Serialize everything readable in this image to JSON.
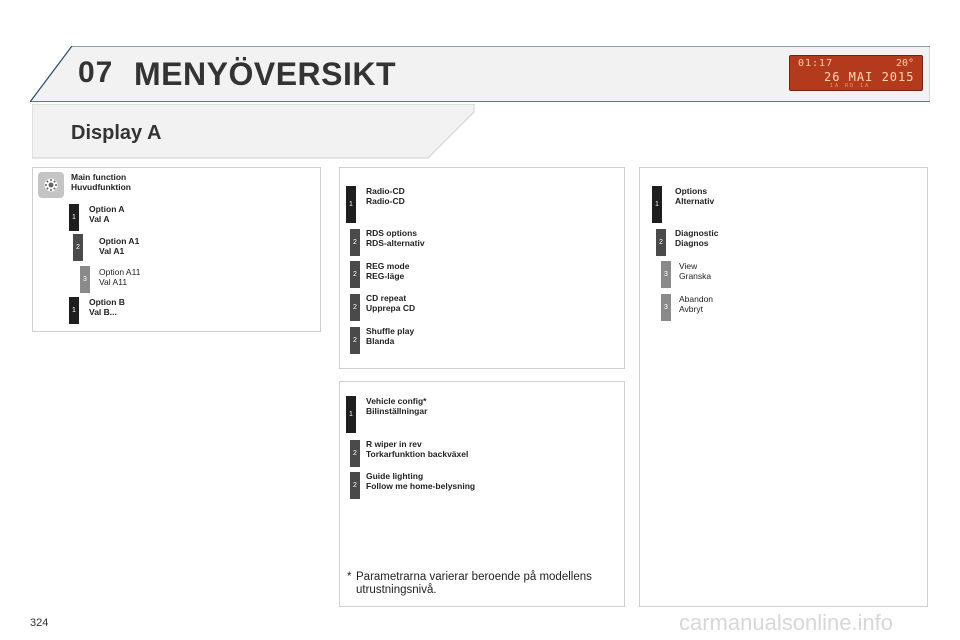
{
  "header": {
    "chapter_number": "07",
    "chapter_title": "MENYÖVERSIKT",
    "display_time": "01:17",
    "display_temp": "20°",
    "display_date": "26 MAI 2015",
    "display_small": "1A  RD 1A"
  },
  "section": {
    "title": "Display A"
  },
  "legend": {
    "main_function": [
      "Main function",
      "Huvudfunktion"
    ],
    "option_a": [
      "Option A",
      "Val A"
    ],
    "option_a1": [
      "Option A1",
      "Val A1"
    ],
    "option_a11": [
      "Option A11",
      "Val A11"
    ],
    "option_b": [
      "Option B",
      "Val B..."
    ]
  },
  "radio": {
    "main": [
      "Radio-CD",
      "Radio-CD"
    ],
    "rds": [
      "RDS options",
      "RDS-alternativ"
    ],
    "reg": [
      "REG mode",
      "REG-läge"
    ],
    "repeat": [
      "CD repeat",
      "Upprepa CD"
    ],
    "shuffle": [
      "Shuffle play",
      "Blanda"
    ]
  },
  "vehicle": {
    "main": [
      "Vehicle config*",
      "Bilinställningar"
    ],
    "wiper": [
      "R wiper in rev",
      "Torkarfunktion backväxel"
    ],
    "guide": [
      "Guide lighting",
      "Follow me home-belysning"
    ]
  },
  "options": {
    "main": [
      "Options",
      "Alternativ"
    ],
    "diagnostic": [
      "Diagnostic",
      "Diagnos"
    ],
    "view": [
      "View",
      "Granska"
    ],
    "abandon": [
      "Abandon",
      "Avbryt"
    ]
  },
  "levels": {
    "l1": "1",
    "l2": "2",
    "l3": "3"
  },
  "footnote": {
    "star": "*",
    "line1": "Parametrarna varierar beroende på modellens",
    "line2": "utrustningsnivå."
  },
  "page_number": "324",
  "watermark": "carmanualsonline.info",
  "colors": {
    "display_red": "#b43a1d",
    "level1": "#1e1e1e",
    "level2": "#4a4a4a",
    "level3": "#8a8a8a"
  },
  "icons": {
    "main_function": "gear-icon"
  }
}
